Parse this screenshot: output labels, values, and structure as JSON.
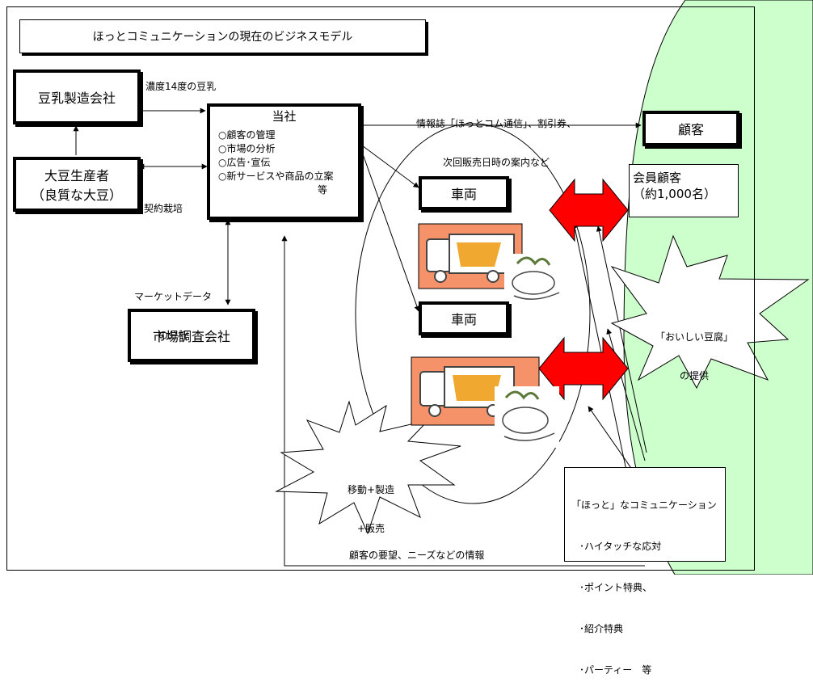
{
  "title": "ほっとコミュニケーションの現在のビジネスモデル",
  "nodes": {
    "soy_milk_maker": "豆乳製造会社",
    "soybean_farmer_line1": "大豆生産者",
    "soybean_farmer_line2": "（良質な大豆）",
    "company_title": "当社",
    "company_items": [
      "○顧客の管理",
      "○市場の分析",
      "○広告･宣伝",
      "○新サービスや商品の立案"
    ],
    "company_etc": "等",
    "research_company": "市場調査会社",
    "vehicle_1": "車両",
    "vehicle_2": "車両",
    "customer": "顧客",
    "members_line1": "会員顧客",
    "members_line2": "（約1,000名）"
  },
  "labels": {
    "soy_milk": "濃度14度の豆乳",
    "contract": "契約栽培",
    "market_data_line1": "マーケットデータ",
    "market_data_line2": "の分析",
    "newsletter_line1": "情報誌「ほっとコム通信」、割引券、",
    "newsletter_line2": "次回販売日時の案内など",
    "feedback": "顧客の要望、ニーズなどの情報",
    "burst_tofu_line1": "「おいしい豆腐」",
    "burst_tofu_line2": "の提供",
    "burst_move_line1": "移動+製造",
    "burst_move_line2": "+販売"
  },
  "communication": {
    "heading": "「ほっと」なコミュニケーション",
    "items": [
      "･ハイタッチな応対",
      "･ポイント特典、",
      "･紹介特典",
      "･パーティー　等"
    ]
  },
  "colors": {
    "arrow_red": "#ff0000",
    "customer_area": "#ccffcc",
    "truck_bg": "#f5926a"
  },
  "icons": [
    "truck-illustration",
    "tofu-mascot-illustration"
  ]
}
